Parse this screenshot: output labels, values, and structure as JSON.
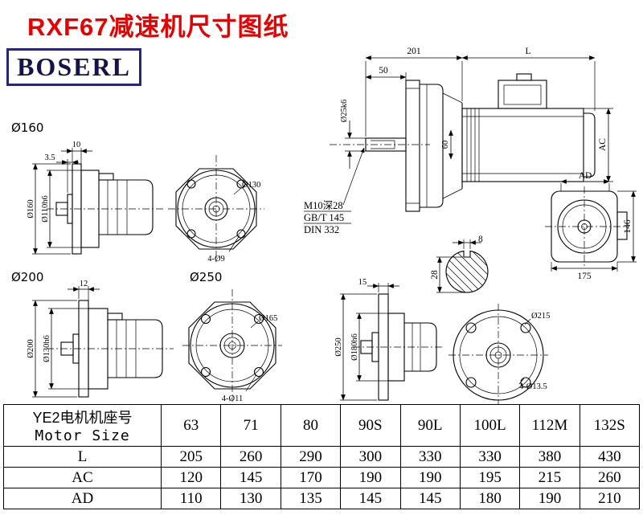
{
  "colors": {
    "title_red": "#e80000",
    "logo_border": "#26267e",
    "line_black": "#000000"
  },
  "page": {
    "title": "RXF67减速机尺寸图纸",
    "logo_text": "BOSERL"
  },
  "captions": {
    "group1": "Ø160",
    "group2": "Ø200",
    "group3": "Ø250"
  },
  "main_view": {
    "dim_201": "201",
    "dim_L": "L",
    "dim_50": "50",
    "dim_shaft_dia": "Ø25k6",
    "dim_60": "60",
    "dim_AC": "AC",
    "note_tap": "M10深28",
    "note_gb": "GB/T 145",
    "note_din": "DIN 332"
  },
  "keyway_view": {
    "dim_width": "8",
    "dim_depth": "28"
  },
  "motor_end_view": {
    "dim_AD": "AD",
    "dim_height": "146",
    "dim_width": "175"
  },
  "side_view_160": {
    "dim_offset": "10",
    "dim_flange": "3.5",
    "dim_flange_dia": "Ø160",
    "dim_spigot_dia": "Ø110h6"
  },
  "front_view_160": {
    "dim_circle": "Ø130",
    "dim_holes": "4-Ø9"
  },
  "side_view_200": {
    "dim_offset": "12",
    "dim_flange_dia": "Ø200",
    "dim_spigot_dia": "Ø130h6"
  },
  "front_view_200": {
    "dim_circle": "Ø165",
    "dim_holes": "4-Ø11"
  },
  "side_view_250": {
    "dim_offset": "15",
    "dim_flange_dia": "Ø250",
    "dim_spigot_dia": "Ø180h6"
  },
  "front_view_250": {
    "dim_circle": "Ø215",
    "dim_holes": "4-Ø13.5"
  },
  "table": {
    "header": {
      "line1": "YE2电机机座号",
      "line2": "Motor Size"
    },
    "columns": [
      "63",
      "71",
      "80",
      "90S",
      "90L",
      "100L",
      "112M",
      "132S"
    ],
    "rows": [
      {
        "label": "L",
        "values": [
          "205",
          "260",
          "290",
          "300",
          "330",
          "330",
          "380",
          "430"
        ]
      },
      {
        "label": "AC",
        "values": [
          "120",
          "145",
          "170",
          "190",
          "190",
          "195",
          "215",
          "260"
        ]
      },
      {
        "label": "AD",
        "values": [
          "110",
          "130",
          "135",
          "145",
          "145",
          "180",
          "190",
          "210"
        ]
      }
    ]
  }
}
